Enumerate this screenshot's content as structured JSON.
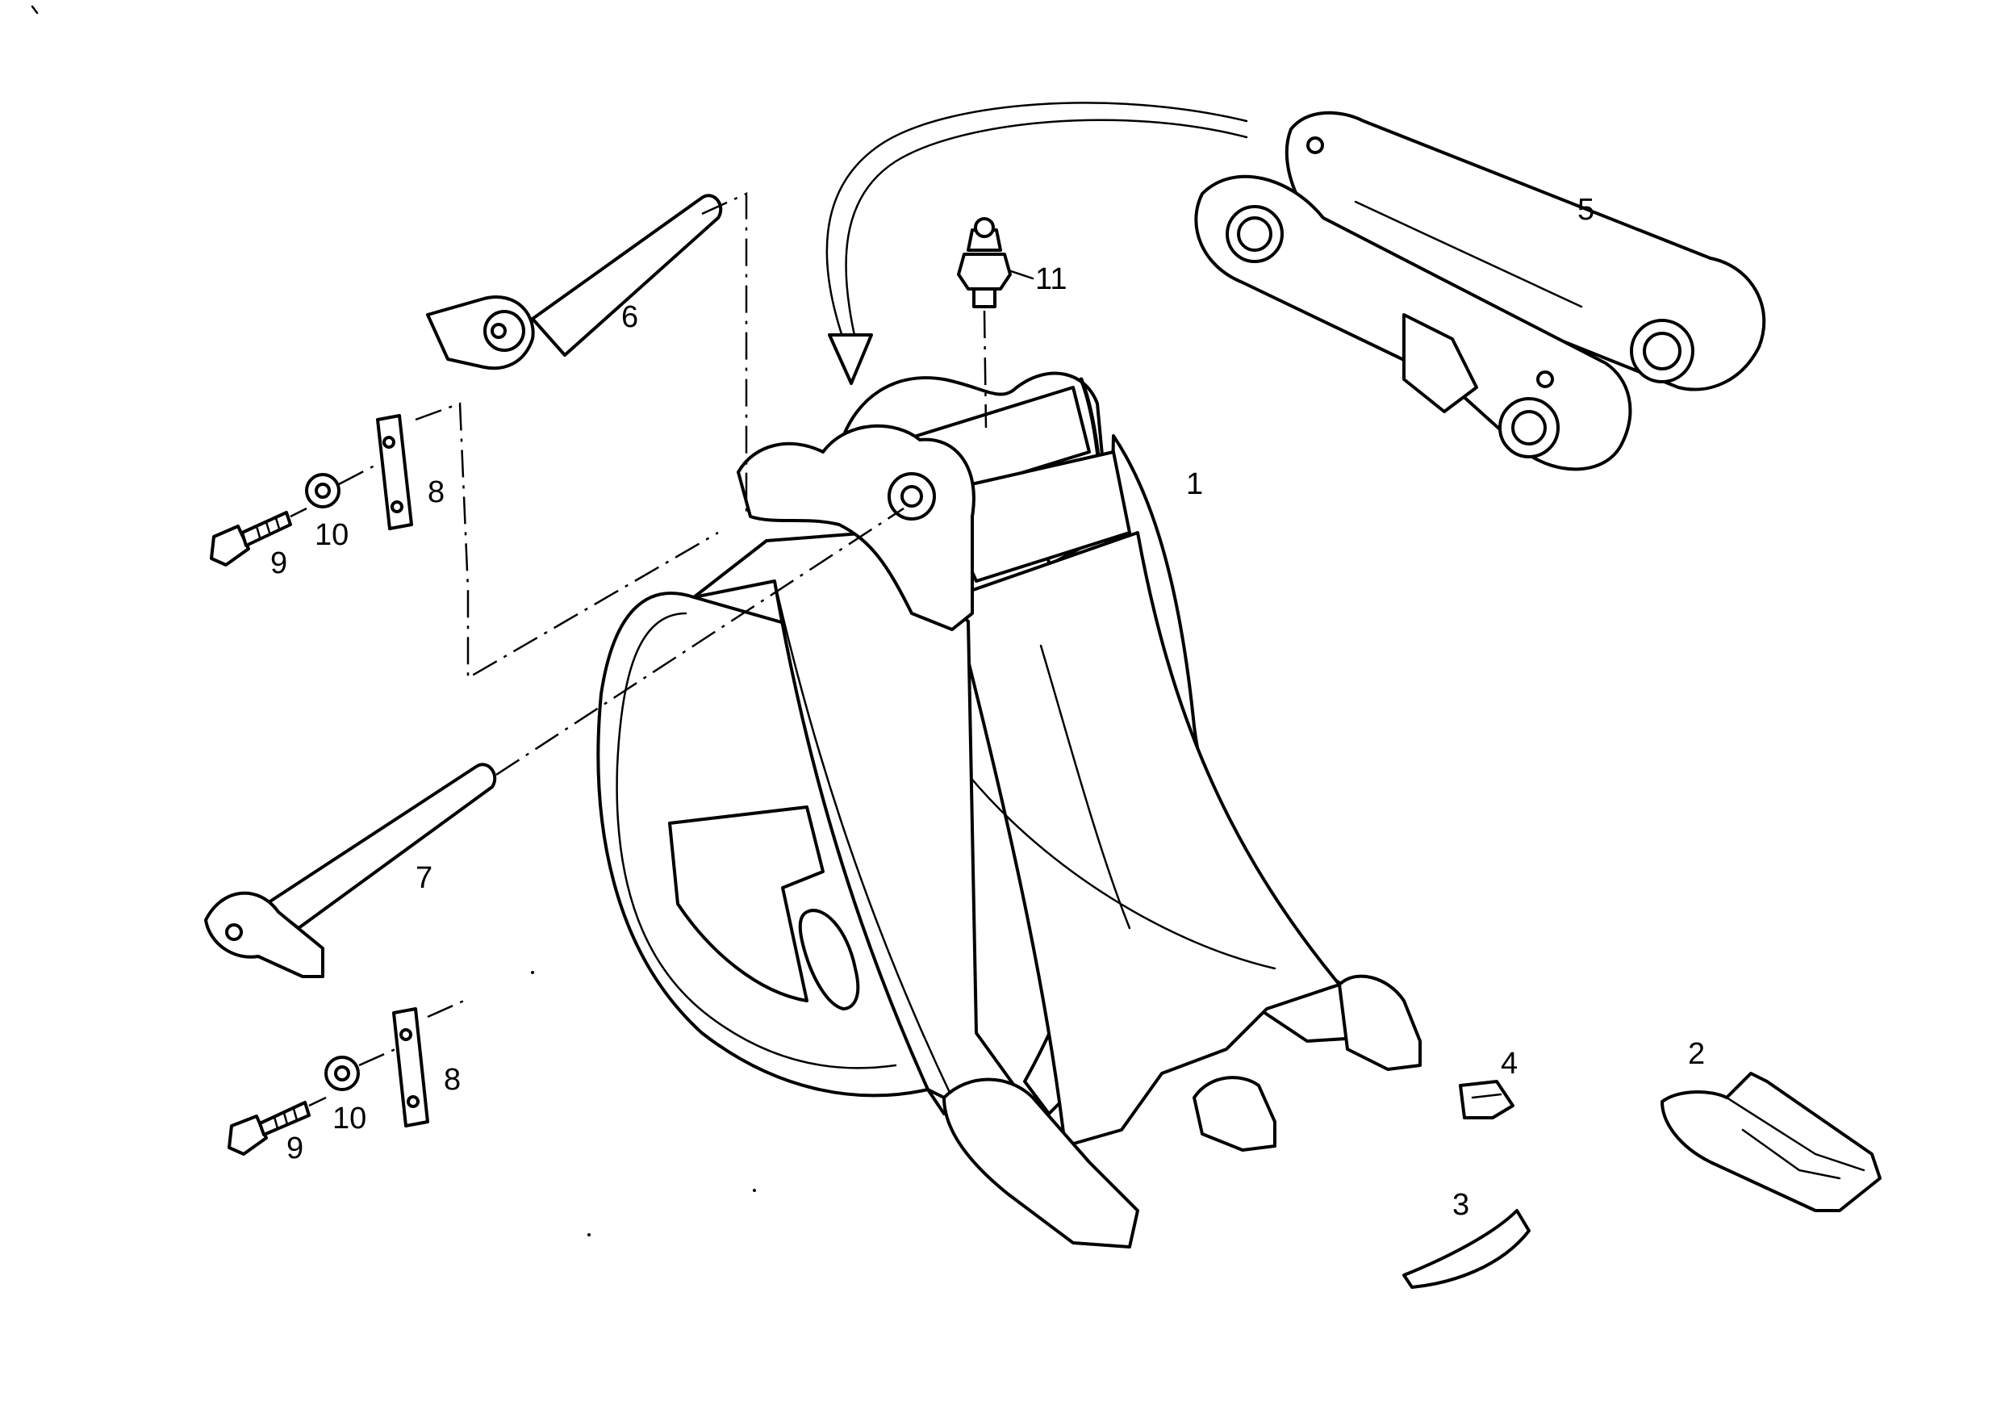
{
  "diagram": {
    "callouts": [
      {
        "id": "1",
        "label": "1"
      },
      {
        "id": "2",
        "label": "2"
      },
      {
        "id": "3",
        "label": "3"
      },
      {
        "id": "4",
        "label": "4"
      },
      {
        "id": "5",
        "label": "5"
      },
      {
        "id": "6",
        "label": "6"
      },
      {
        "id": "7",
        "label": "7"
      },
      {
        "id": "8a",
        "label": "8"
      },
      {
        "id": "8b",
        "label": "8"
      },
      {
        "id": "9a",
        "label": "9"
      },
      {
        "id": "9b",
        "label": "9"
      },
      {
        "id": "10a",
        "label": "10"
      },
      {
        "id": "10b",
        "label": "10"
      },
      {
        "id": "11",
        "label": "11"
      }
    ]
  }
}
